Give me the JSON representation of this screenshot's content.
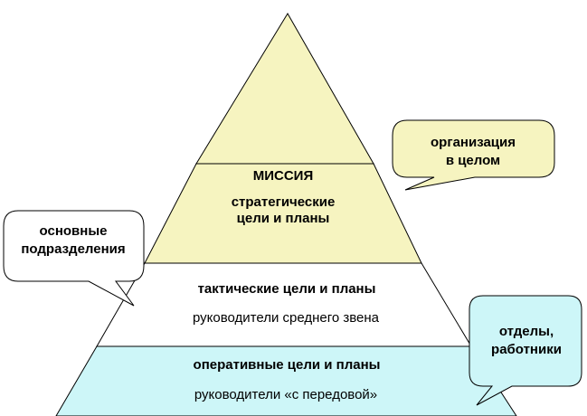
{
  "levels": {
    "top": {
      "title": "МИССИЯ",
      "line1": "стратегические",
      "line2": "цели и планы"
    },
    "middle": {
      "title": "тактические цели и планы",
      "subtitle": "руководители среднего звена"
    },
    "bottom": {
      "title": "оперативные цели и планы",
      "subtitle": "руководители «с передовой»"
    }
  },
  "callouts": {
    "organization": {
      "line1": "организация",
      "line2": "в целом"
    },
    "divisions": {
      "line1": "основные",
      "line2": "подразделения"
    },
    "departments": {
      "line1": "отделы,",
      "line2": "работники"
    }
  },
  "colors": {
    "top_fill": "#f6f4c0",
    "middle_fill": "#ffffff",
    "bottom_fill": "#cdf6f8",
    "callout_left_fill": "#ffffff",
    "outline": "#000000"
  }
}
